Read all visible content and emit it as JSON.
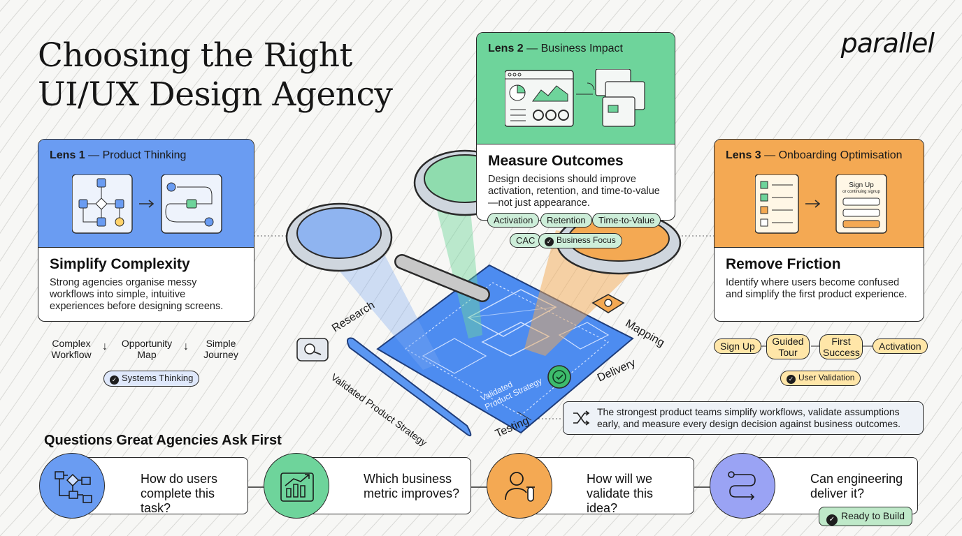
{
  "title_line1": "Choosing the Right",
  "title_line2": "UI/UX Design Agency",
  "logo": "parallel",
  "lens1": {
    "lens_label": "Lens 1",
    "lens_name": "— Product Thinking",
    "heading": "Simplify Complexity",
    "text": "Strong agencies organise messy workflows into simple, intuitive experiences before designing screens.",
    "flow": [
      "Complex Workflow",
      "Opportunity Map",
      "Simple Journey"
    ],
    "badge": "Systems Thinking",
    "accent": "#6a9cf2"
  },
  "lens2": {
    "lens_label": "Lens 2",
    "lens_name": "— Business Impact",
    "heading": "Measure Outcomes",
    "text": "Design decisions should improve activation, retention, and time-to-value—not just appearance.",
    "tags": [
      "Activation",
      "Retention",
      "Time-to-Value"
    ],
    "tag_cac": "CAC",
    "badge": "Business Focus",
    "accent": "#6ed49b"
  },
  "lens3": {
    "lens_label": "Lens 3",
    "lens_name": "— Onboarding Optimisation",
    "heading": "Remove Friction",
    "text": "Identify where users become confused and simplify the first product experience.",
    "mock_title": "Sign Up",
    "mock_sub": "or continuing signup",
    "flow": [
      "Sign Up",
      "Guided Tour",
      "First Success",
      "Activation"
    ],
    "badge": "User Validation",
    "accent": "#f4a953"
  },
  "center": {
    "research": "Research",
    "mapping": "Mapping",
    "delivery": "Delivery",
    "testing": "Testing",
    "scroll_text": "Validated Product Strategy",
    "inner_text": "Validated Product Strategy"
  },
  "quote": "The strongest product teams simplify workflows, validate assumptions early, and measure every design decision against business outcomes.",
  "questions_title": "Questions Great Agencies Ask First",
  "questions": [
    {
      "text": "How do users complete this task?",
      "color": "#6a9cf2"
    },
    {
      "text": "Which business metric improves?",
      "color": "#6ed49b"
    },
    {
      "text": "How will we validate this idea?",
      "color": "#f4a953"
    },
    {
      "text": "Can engineering deliver it?",
      "color": "#9aa3f4"
    }
  ],
  "ready_badge": "Ready to Build"
}
